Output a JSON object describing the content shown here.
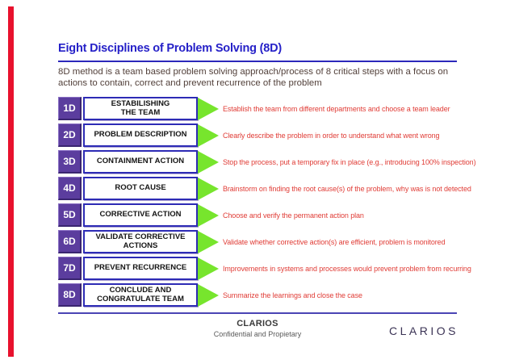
{
  "slide": {
    "title": "Eight Disciplines of Problem Solving (8D)",
    "subtitle": "8D method is a team based problem solving approach/process of 8 critical steps with a focus on actions to contain, correct and prevent recurrence of the problem",
    "steps": [
      {
        "id": "1D",
        "name": "ESTABILISHING\nTHE TEAM",
        "description": "Establish the team from different departments and choose a team leader"
      },
      {
        "id": "2D",
        "name": "PROBLEM DESCRIPTION",
        "description": "Clearly describe the problem in order to understand what went wrong"
      },
      {
        "id": "3D",
        "name": "CONTAINMENT ACTION",
        "description": "Stop the process, put a temporary fix in place (e.g., introducing 100% inspection)"
      },
      {
        "id": "4D",
        "name": "ROOT CAUSE",
        "description": "Brainstorm on finding the root cause(s) of the problem, why was is not detected"
      },
      {
        "id": "5D",
        "name": "CORRECTIVE ACTION",
        "description": "Choose and verify the permanent action plan"
      },
      {
        "id": "6D",
        "name": "VALIDATE CORRECTIVE\nACTIONS",
        "description": "Validate whether corrective action(s) are efficient, problem is monitored"
      },
      {
        "id": "7D",
        "name": "PREVENT RECURRENCE",
        "description": "Improvements in systems and processes would prevent problem from recurring"
      },
      {
        "id": "8D",
        "name": "CONCLUDE AND\nCONGRATULATE TEAM",
        "description": "Summarize the learnings and close the case"
      }
    ],
    "footer": {
      "company": "CLARIOS",
      "confidentiality": "Confidential and Propietary",
      "logo_text": "CLARIOS"
    },
    "colors": {
      "accent_bar": "#e8112d",
      "title_blue": "#2621c8",
      "subtitle_text": "#52403a",
      "badge_purple": "#5b3d9e",
      "box_border_blue": "#2d2bb5",
      "arrow_green": "#77e52d",
      "description_red": "#e03c36",
      "logo_purple": "#3b3355"
    }
  }
}
